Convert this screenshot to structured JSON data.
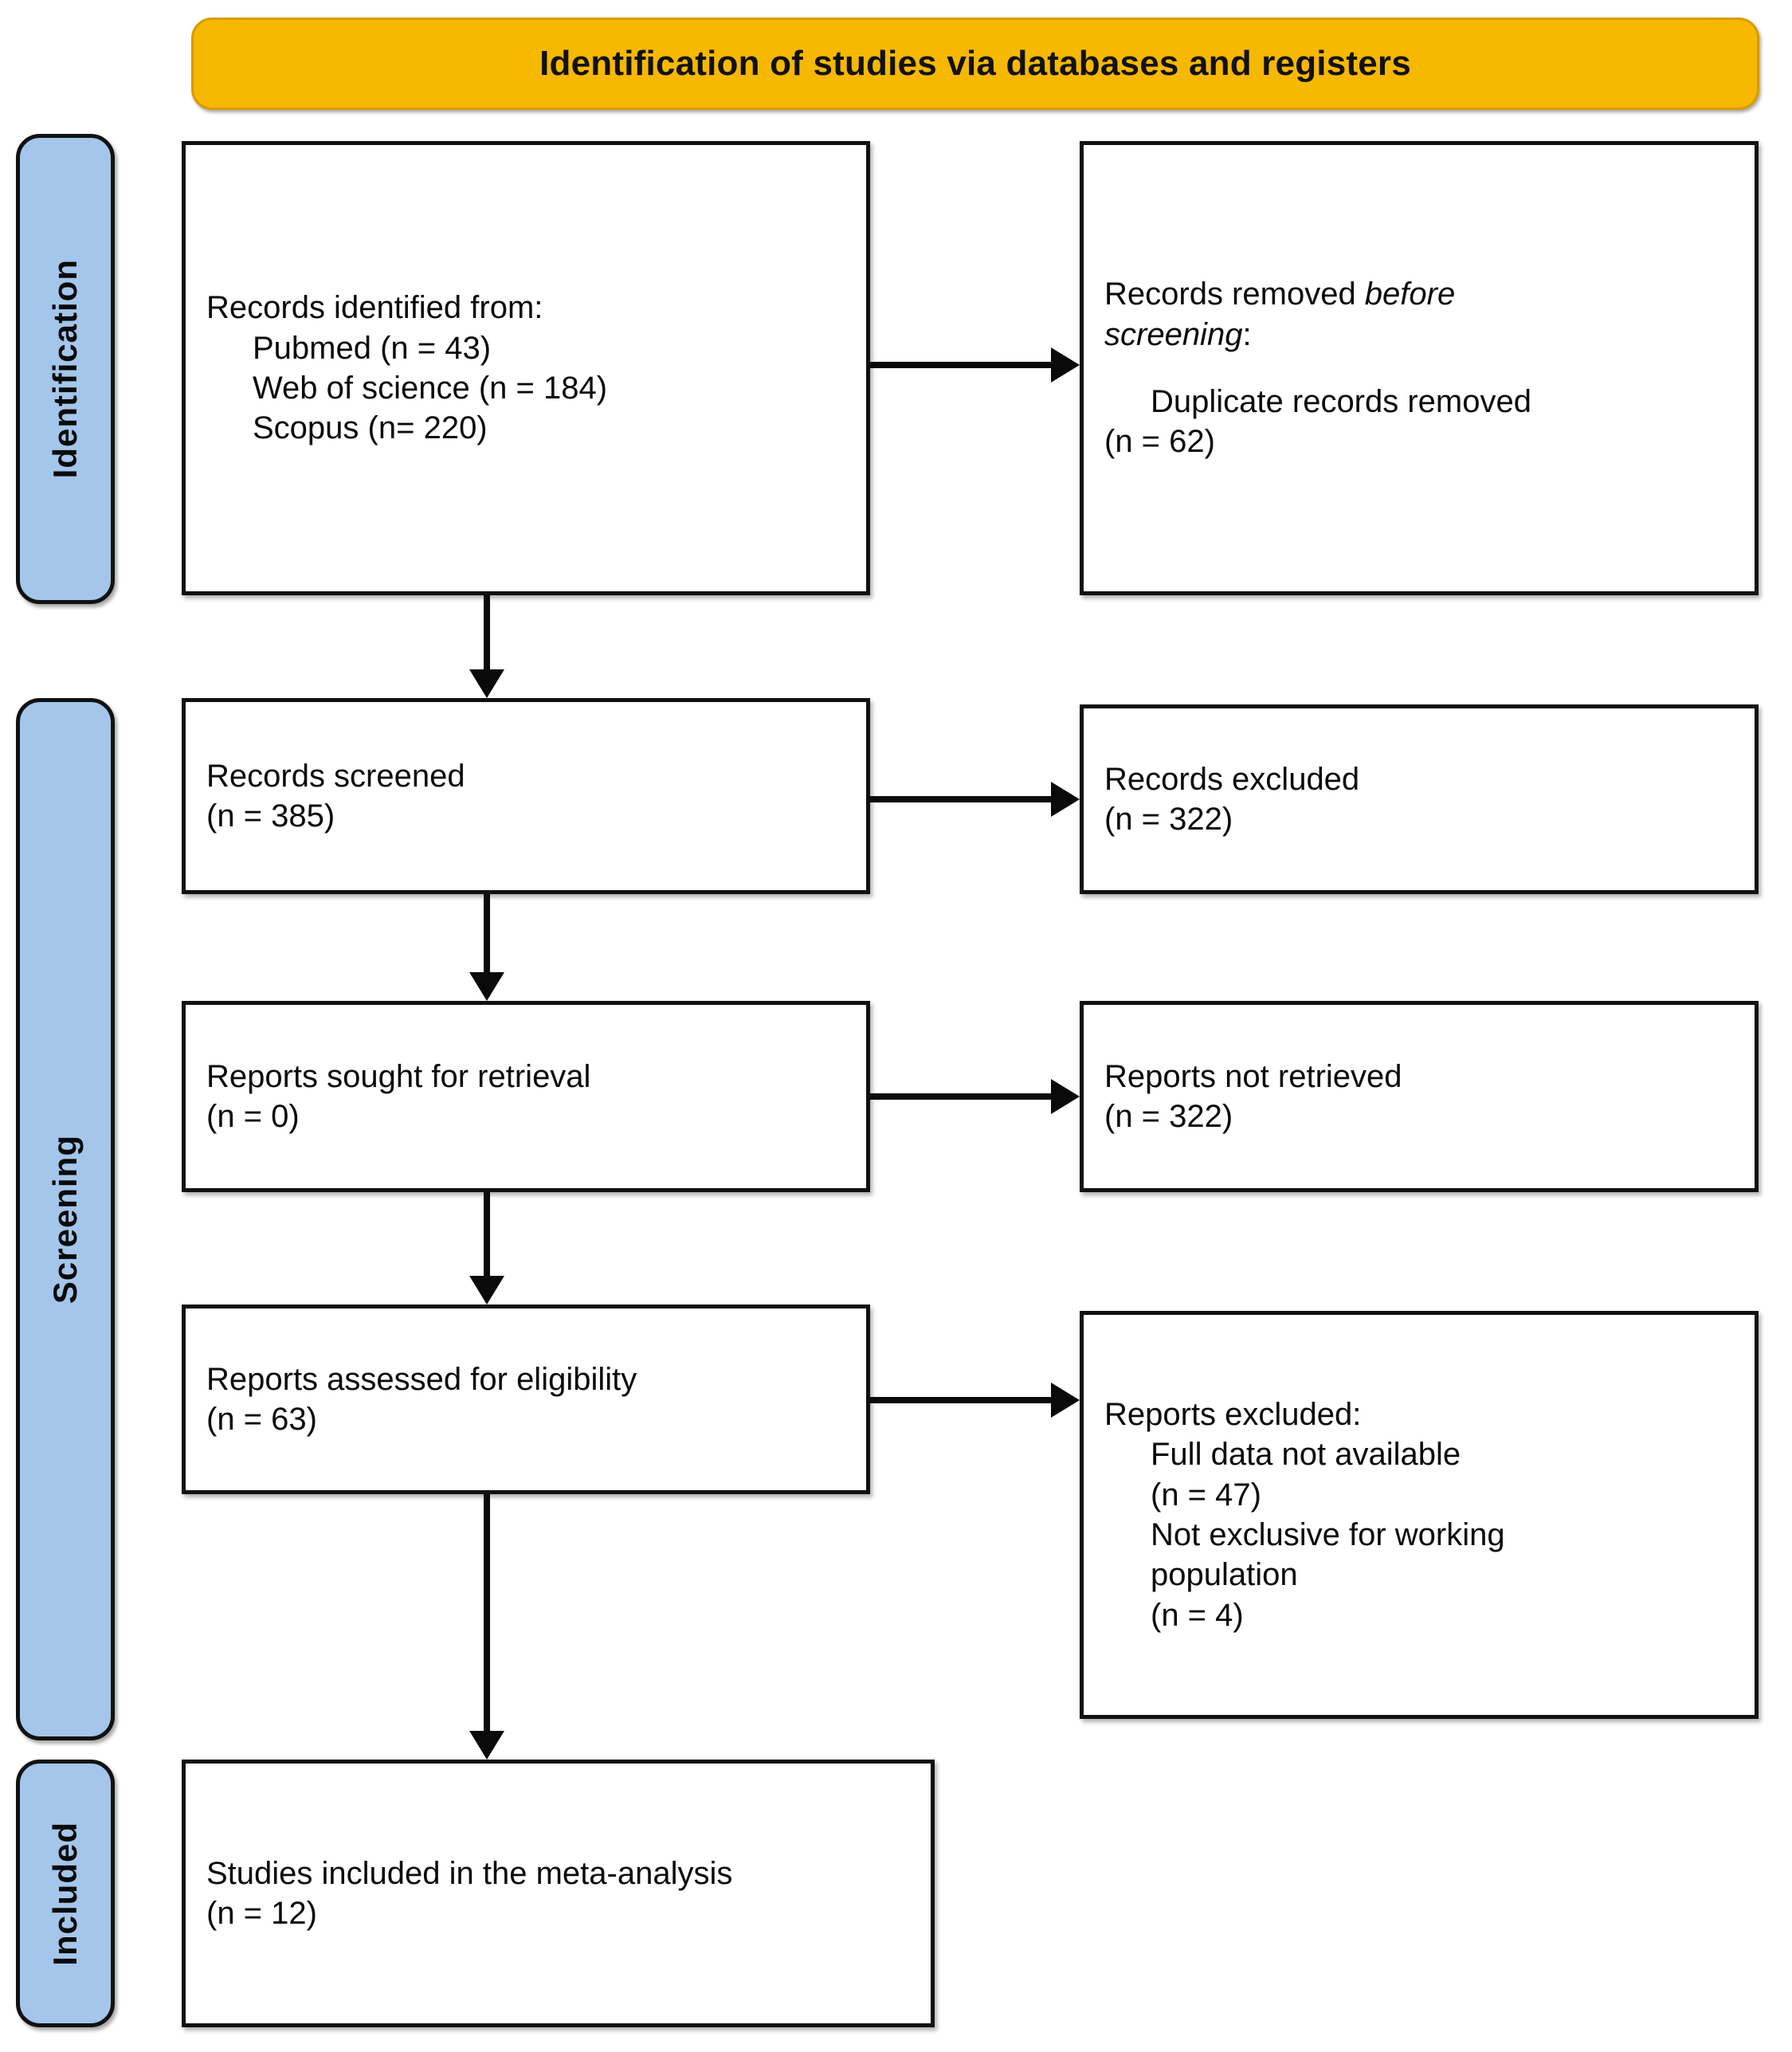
{
  "banner": {
    "title": "Identification of studies via databases and registers",
    "fill_color": "#f6b800",
    "text_color": "#111111"
  },
  "stage_labels": {
    "accent_color": "#a3c6ea",
    "identification": "Identification",
    "screening": "Screening",
    "included": "Included"
  },
  "boxes": {
    "identified": {
      "title": "Records identified from:",
      "sources": [
        "Pubmed (n = 43)",
        "Web of science (n = 184)",
        "Scopus (n= 220)"
      ]
    },
    "removed": {
      "title_lead": "Records removed ",
      "title_italic_1": "before",
      "title_italic_2": "screening",
      "title_colon": ":",
      "detail": "Duplicate records removed",
      "detail_count": "(n = 62)"
    },
    "screened": {
      "label": "Records screened",
      "count": "(n = 385)"
    },
    "excluded": {
      "label": "Records excluded",
      "count": "(n = 322)"
    },
    "sought": {
      "label": "Reports sought for retrieval",
      "count": "(n = 0)"
    },
    "not_retrieved": {
      "label": "Reports not retrieved",
      "count": "(n = 322)"
    },
    "assessed": {
      "label": "Reports assessed for eligibility",
      "count": "(n = 63)"
    },
    "reports_excluded": {
      "title": "Reports excluded:",
      "reason_1": "Full data not available",
      "reason_1_count": "(n = 47)",
      "reason_2": "Not exclusive for working",
      "reason_2_cont": "population",
      "reason_2_count": "(n = 4)"
    },
    "included": {
      "label": "Studies included in the meta-analysis",
      "count": "(n = 12)"
    }
  },
  "chart_data": {
    "type": "diagram",
    "title": "PRISMA 2020 flow diagram",
    "stages": [
      {
        "stage": "Identification",
        "nodes": [
          {
            "label": "Records identified from: Pubmed",
            "n": 43
          },
          {
            "label": "Records identified from: Web of science",
            "n": 184
          },
          {
            "label": "Records identified from: Scopus",
            "n": 220
          },
          {
            "label": "Duplicate records removed before screening",
            "n": 62
          }
        ]
      },
      {
        "stage": "Screening",
        "nodes": [
          {
            "label": "Records screened",
            "n": 385
          },
          {
            "label": "Records excluded",
            "n": 322
          },
          {
            "label": "Reports sought for retrieval",
            "n": 0
          },
          {
            "label": "Reports not retrieved",
            "n": 322
          },
          {
            "label": "Reports assessed for eligibility",
            "n": 63
          },
          {
            "label": "Reports excluded: Full data not available",
            "n": 47
          },
          {
            "label": "Reports excluded: Not exclusive for working population",
            "n": 4
          }
        ]
      },
      {
        "stage": "Included",
        "nodes": [
          {
            "label": "Studies included in the meta-analysis",
            "n": 12
          }
        ]
      }
    ]
  }
}
